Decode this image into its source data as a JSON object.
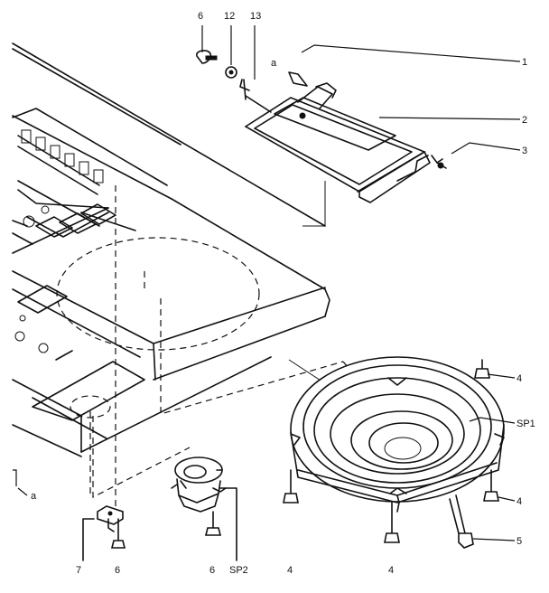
{
  "labels": {
    "p1": "1",
    "p2": "2",
    "p3": "3",
    "p4a": "4",
    "p4b": "4",
    "p4c": "4",
    "p4d": "4",
    "p5": "5",
    "p6a": "6",
    "p6b": "6",
    "p6c": "6",
    "p7": "7",
    "p12": "12",
    "p13": "13",
    "sp1": "SP1",
    "sp2": "SP2",
    "a_top": "a",
    "a_left": "a"
  }
}
